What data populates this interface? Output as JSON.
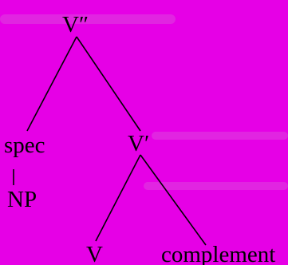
{
  "colors": {
    "background": "#E600E6",
    "ink": "#000000",
    "faint_watermark": "#D86AD8"
  },
  "tree": {
    "root_label": "V″",
    "spec_label": "spec",
    "np_label": "NP",
    "vbar_label": "V′",
    "v_label": "V",
    "complement_label": "complement"
  }
}
